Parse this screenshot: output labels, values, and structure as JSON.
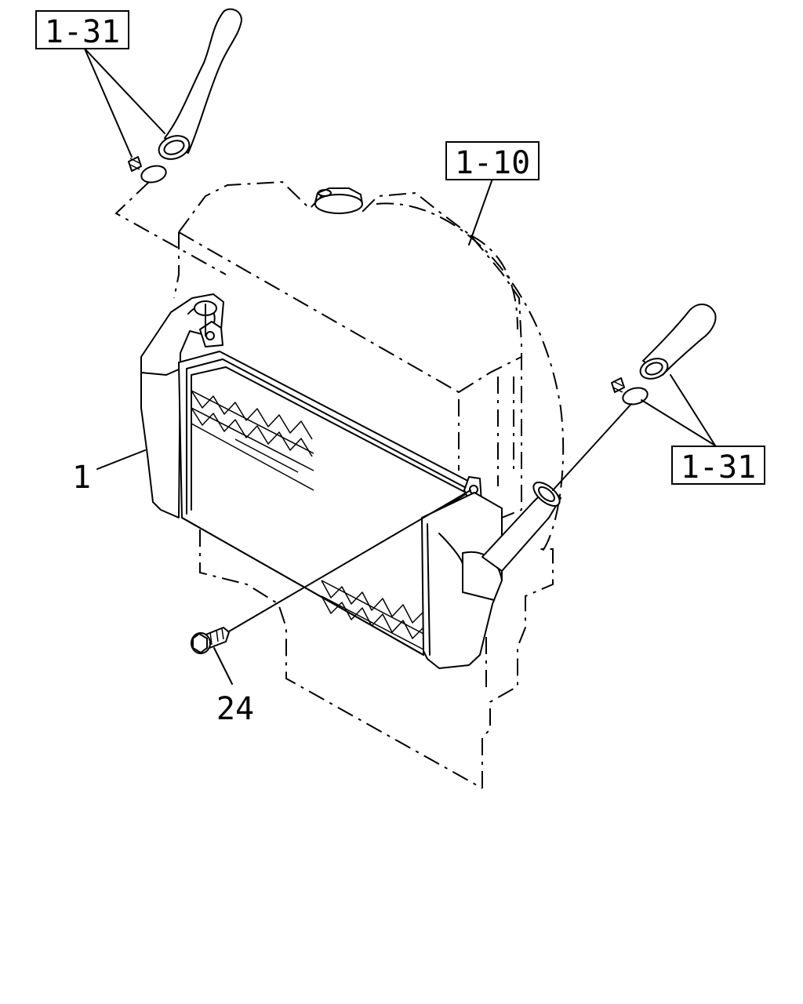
{
  "callouts": {
    "hose_ref_upper": "1-31",
    "radiator_ref": "1-10",
    "hose_ref_lower": "1-31",
    "intercooler": "1",
    "bolt": "24"
  },
  "colors": {
    "line": "#000000",
    "background": "#ffffff"
  }
}
